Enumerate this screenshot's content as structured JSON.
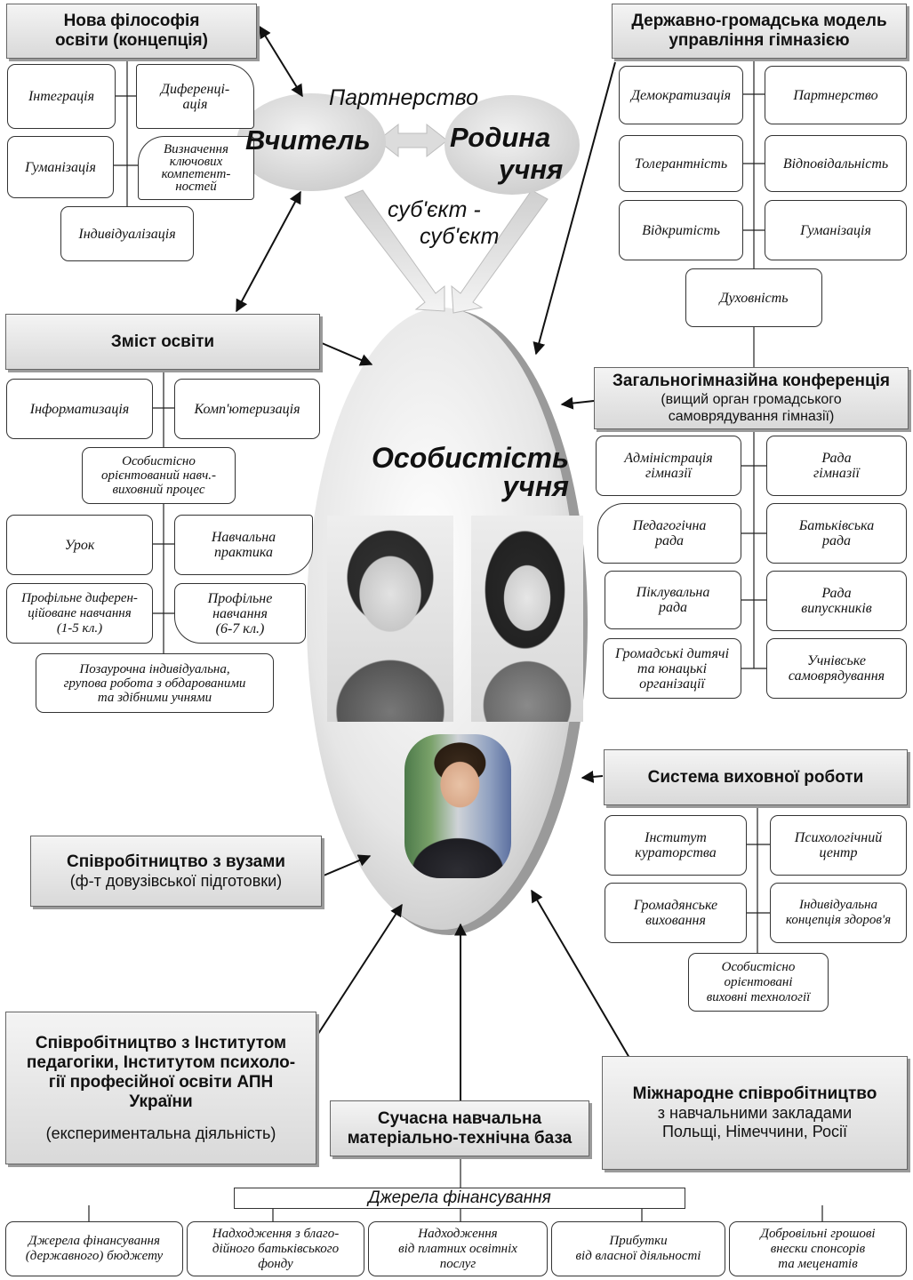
{
  "center": {
    "title_line1": "Особистість",
    "title_line2": "учня"
  },
  "top": {
    "teacher": "Вчитель",
    "family_line1": "Родина",
    "family_line2": "учня",
    "partnership": "Партнерство",
    "subject_line1": "суб'єкт -",
    "subject_line2": "суб'єкт"
  },
  "philosophy": {
    "title": "Нова філософія освіти (концепція)",
    "items": [
      "Інтеграція",
      "Диференці-\nація",
      "Гуманізація",
      "Визначення\nключових\nкомпетент-\nностей",
      "Індивідуалізація"
    ]
  },
  "governance": {
    "title": "Державно-громадська модель управління гімназією",
    "items": [
      "Демократизація",
      "Партнерство",
      "Толерантність",
      "Відповідальність",
      "Відкритість",
      "Гуманізація",
      "Духовність"
    ]
  },
  "content": {
    "title": "Зміст освіти",
    "items": [
      "Інформатизація",
      "Комп'ютеризація",
      "Особистісно\nорієнтований навч.-\nвиховний процес",
      "Урок",
      "Навчальна\nпрактика",
      "Профільне диферен-\nційоване навчання\n(1-5 кл.)",
      "Профільне\nнавчання\n(6-7 кл.)",
      "Позаурочна індивідуальна,\nгрупова робота з обдарованими\nта здібними учнями"
    ]
  },
  "conference": {
    "title": "Загальногімназійна конференція",
    "subtitle": "(вищий орган громадського самоврядування гімназії)",
    "items": [
      "Адміністрація\nгімназії",
      "Рада\nгімназії",
      "Педагогічна\nрада",
      "Батьківська\nрада",
      "Піклувальна\nрада",
      "Рада\nвипускників",
      "Громадські дитячі\nта юнацькі\nорганізації",
      "Учнівське\nсамоврядування"
    ]
  },
  "upbringing": {
    "title": "Система виховної роботи",
    "items": [
      "Інститут\nкураторства",
      "Психологічний\nцентр",
      "Громадянське\nвиховання",
      "Індивідуальна\nконцепція здоров'я",
      "Особистісно\nорієнтовані\nвиховні технології"
    ]
  },
  "universities": {
    "title": "Співробітництво з вузами",
    "subtitle": "(ф-т довузівської підготовки)"
  },
  "institute": {
    "title": "Співробітництво з Інститутом педагогіки, Інститутом психоло-гії професійної освіти АПН України",
    "subtitle": "(експериментальна діяльність)"
  },
  "base": {
    "title": "Сучасна навчальна матеріально-технічна база"
  },
  "international": {
    "title": "Міжнародне співробітництво",
    "subtitle": "з навчальними закладами Польщі, Німеччини, Росії"
  },
  "funding": {
    "title": "Джерела фінансування",
    "items": [
      "Джерела фінансування\n(державного) бюджету",
      "Надходження з благо-\nдійного батьківського\nфонду",
      "Надходження\nвід платних освітніх\nпослуг",
      "Прибутки\nвід власної діяльності",
      "Добровільні грошові\nвнески спонсорів\nта меценатів"
    ]
  },
  "colors": {
    "header_bg": "#d9d9d9",
    "ellipse": "#e4e4e4",
    "arrow": "#111111"
  }
}
